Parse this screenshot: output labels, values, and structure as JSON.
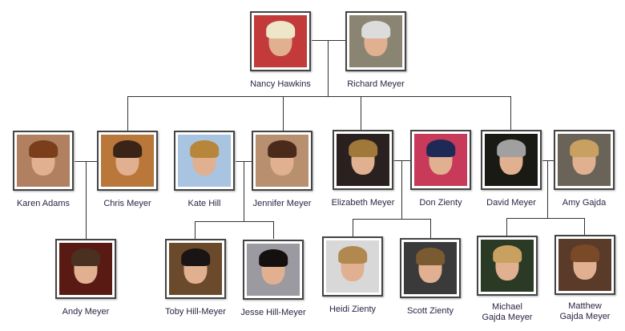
{
  "people": {
    "nancy": {
      "name": "Nancy Hawkins",
      "bg": "#c23a3a",
      "hair": "#eee6c8"
    },
    "richard": {
      "name": "Richard Meyer",
      "bg": "#8a8472",
      "hair": "#dcdcdc"
    },
    "karen": {
      "name": "Karen Adams",
      "bg": "#b08060",
      "hair": "#7a3e1a"
    },
    "chris": {
      "name": "Chris Meyer",
      "bg": "#b9773a",
      "hair": "#3a2418"
    },
    "kate": {
      "name": "Kate Hill",
      "bg": "#a8c4e0",
      "hair": "#b8863a"
    },
    "jennifer": {
      "name": "Jennifer Meyer",
      "bg": "#b89070",
      "hair": "#4a2a1a"
    },
    "elizabeth": {
      "name": "Elizabeth Meyer",
      "bg": "#2a2020",
      "hair": "#a0783a"
    },
    "don": {
      "name": "Don Zienty",
      "bg": "#c83a5a",
      "hair": "#1e2a55"
    },
    "david": {
      "name": "David Meyer",
      "bg": "#1a1a14",
      "hair": "#a0a0a0"
    },
    "amy": {
      "name": "Amy Gajda",
      "bg": "#6a6458",
      "hair": "#c8a060"
    },
    "andy": {
      "name": "Andy Meyer",
      "bg": "#5a1a14",
      "hair": "#4a3020"
    },
    "toby": {
      "name": "Toby Hill-Meyer",
      "bg": "#6a4a2a",
      "hair": "#1a1414"
    },
    "jesse": {
      "name": "Jesse Hill-Meyer",
      "bg": "#9a9aa0",
      "hair": "#141010"
    },
    "heidi": {
      "name": "Heidi Zienty",
      "bg": "#d8d8d8",
      "hair": "#b08850"
    },
    "scott": {
      "name": "Scott Zienty",
      "bg": "#3a3a3a",
      "hair": "#7a5a30"
    },
    "michael": {
      "name": "Michael Gajda Meyer",
      "bg": "#2a3a24",
      "hair": "#c8a060"
    },
    "matthew": {
      "name": "Matthew Gajda Meyer",
      "bg": "#5a3a28",
      "hair": "#7a4a28"
    }
  }
}
